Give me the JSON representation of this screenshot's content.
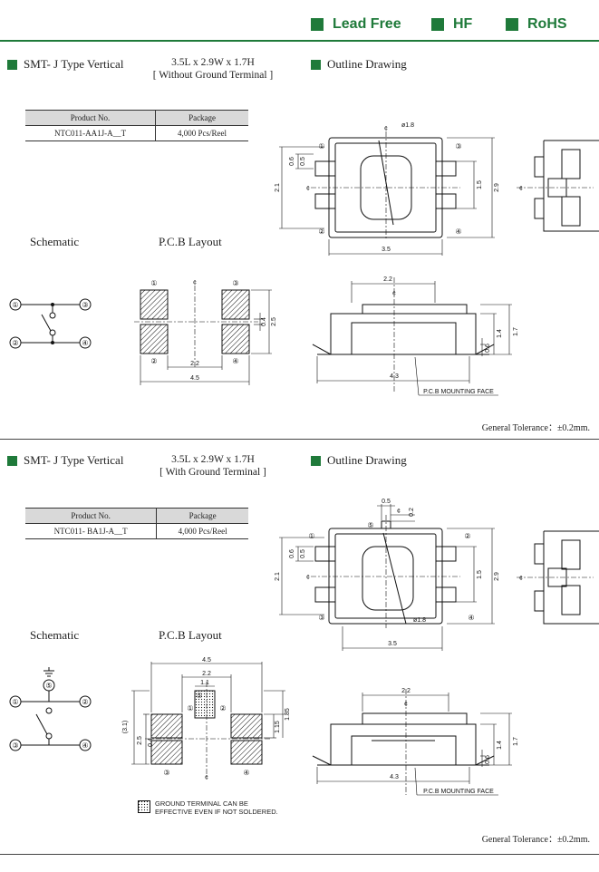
{
  "header": {
    "badges": [
      "Lead Free",
      "HF",
      "RoHS"
    ],
    "accent": "#1f7a3a"
  },
  "sections": [
    {
      "title": "SMT- J Type Vertical",
      "spec_size": "3.5L x 2.9W x 1.7H",
      "spec_note": "[ Without Ground Terminal ]",
      "outline_title": "Outline Drawing",
      "table": {
        "headers": [
          "Product No.",
          "Package"
        ],
        "row": [
          "NTC011-AA1J-A__T",
          "4,000 Pcs/Reel"
        ]
      },
      "schematic_label": "Schematic",
      "pcb_label": "P.C.B Layout",
      "pins": [
        "①",
        "②",
        "③",
        "④"
      ],
      "pcb_dims": {
        "total": "4.5",
        "pitch": "2.2",
        "gap": "0.4",
        "height": "2.5"
      },
      "top_dims": {
        "hole": "ø1.8",
        "width": "3.5",
        "height": "2.1",
        "lead": "0.6",
        "lead2": "0.5",
        "inner": "1.5",
        "outer": "2.9",
        "center": "¢"
      },
      "side_dims": {
        "top": "2.2",
        "width": "4.3",
        "h1": "1.4",
        "h2": "1.7",
        "lead": "0.6",
        "center": "¢"
      },
      "mounting_face": "P.C.B MOUNTING FACE",
      "tolerance": "General Tolerance：±0.2mm."
    },
    {
      "title": "SMT- J Type Vertical",
      "spec_size": "3.5L x 2.9W x 1.7H",
      "spec_note": "[ With Ground Terminal ]",
      "outline_title": "Outline Drawing",
      "table": {
        "headers": [
          "Product No.",
          "Package"
        ],
        "row": [
          "NTC011- BA1J-A__T",
          "4,000 Pcs/Reel"
        ]
      },
      "schematic_label": "Schematic",
      "pcb_label": "P.C.B Layout",
      "pins": [
        "①",
        "②",
        "③",
        "④",
        "⑤"
      ],
      "pcb_dims": {
        "total": "4.5",
        "pitch": "2.2",
        "gnd": "1.1",
        "h": "1.15",
        "h2": "1.85",
        "v1": "(3.1)",
        "v2": "2.5",
        "gap": "0.4"
      },
      "top_dims": {
        "hole": "ø1.8",
        "width": "3.5",
        "height": "2.1",
        "lead": "0.6",
        "lead2": "0.5",
        "gnd1": "0.5",
        "gnd2": "0.2",
        "inner": "1.5",
        "outer": "2.9",
        "center": "¢"
      },
      "side_dims": {
        "top": "2.2",
        "width": "4.3",
        "h1": "1.4",
        "h2": "1.7",
        "lead": "0.6",
        "center": "¢"
      },
      "ground_note": [
        "GROUND TERMINAL CAN BE",
        "EFFECTIVE  EVEN IF NOT SOLDERED."
      ],
      "mounting_face": "P.C.B MOUNTING FACE",
      "tolerance": "General Tolerance：±0.2mm."
    }
  ]
}
